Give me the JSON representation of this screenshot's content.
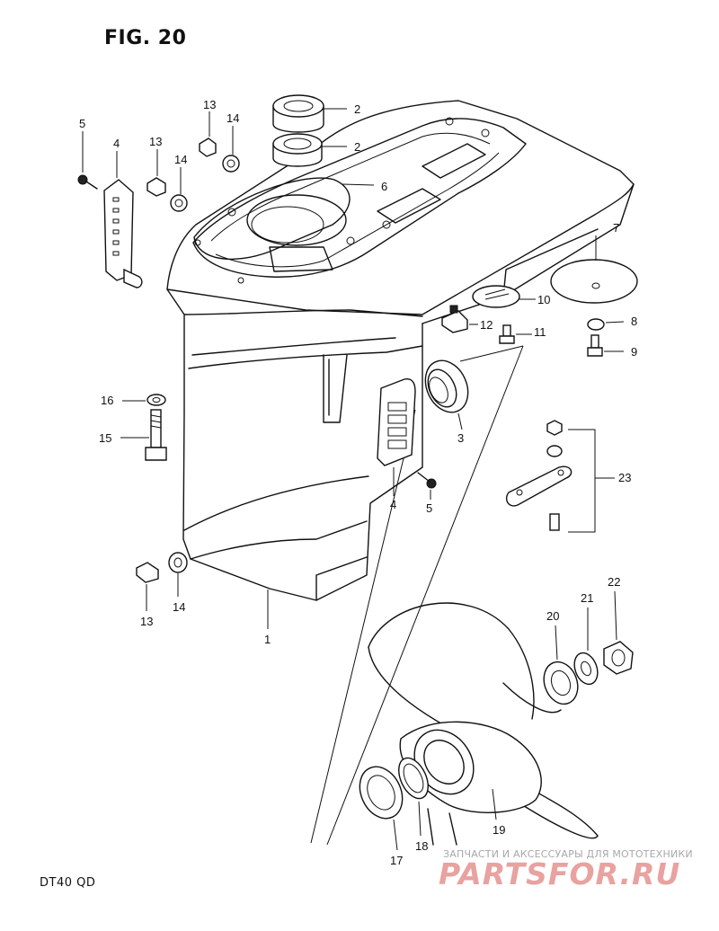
{
  "figure": {
    "title": "FIG. 20",
    "model": "DT40 QD"
  },
  "callouts": [
    {
      "id": "c1",
      "label": "1"
    },
    {
      "id": "c2a",
      "label": "2"
    },
    {
      "id": "c2b",
      "label": "2"
    },
    {
      "id": "c3",
      "label": "3"
    },
    {
      "id": "c4a",
      "label": "4"
    },
    {
      "id": "c4b",
      "label": "4"
    },
    {
      "id": "c5a",
      "label": "5"
    },
    {
      "id": "c5b",
      "label": "5"
    },
    {
      "id": "c6",
      "label": "6"
    },
    {
      "id": "c7",
      "label": "7"
    },
    {
      "id": "c8",
      "label": "8"
    },
    {
      "id": "c9",
      "label": "9"
    },
    {
      "id": "c10",
      "label": "10"
    },
    {
      "id": "c11",
      "label": "11"
    },
    {
      "id": "c12",
      "label": "12"
    },
    {
      "id": "c13a",
      "label": "13"
    },
    {
      "id": "c13b",
      "label": "13"
    },
    {
      "id": "c13c",
      "label": "13"
    },
    {
      "id": "c14a",
      "label": "14"
    },
    {
      "id": "c14b",
      "label": "14"
    },
    {
      "id": "c14c",
      "label": "14"
    },
    {
      "id": "c15",
      "label": "15"
    },
    {
      "id": "c16",
      "label": "16"
    },
    {
      "id": "c17",
      "label": "17"
    },
    {
      "id": "c18",
      "label": "18"
    },
    {
      "id": "c19",
      "label": "19"
    },
    {
      "id": "c20",
      "label": "20"
    },
    {
      "id": "c21",
      "label": "21"
    },
    {
      "id": "c22",
      "label": "22"
    },
    {
      "id": "c23",
      "label": "23"
    }
  ],
  "watermark": {
    "caption": "ЗАПЧАСТИ И АКСЕССУАРЫ ДЛЯ МОТОТЕХНИКИ",
    "logo": "PARTSFOR.RU",
    "color": "#e8a2a0"
  }
}
